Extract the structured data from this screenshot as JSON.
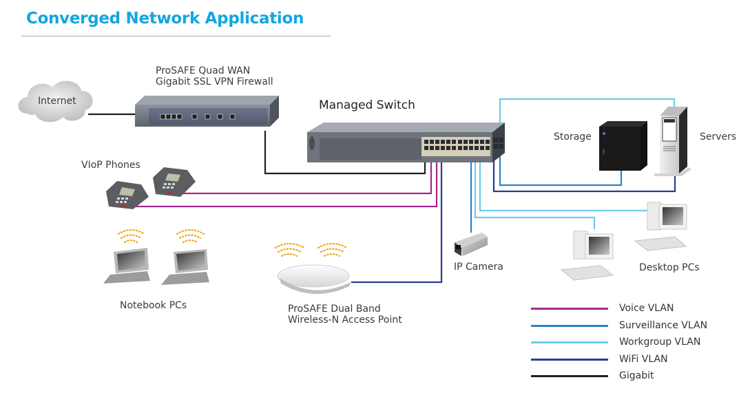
{
  "title": "Converged Network Application",
  "devices": {
    "internet": "Internet",
    "firewall": [
      "ProSAFE Quad WAN",
      "Gigabit SSL VPN Firewall"
    ],
    "managed_switch": "Managed Switch",
    "storage": "Storage",
    "servers": "Servers",
    "voip_phones": "VIoP Phones",
    "notebook_pcs": "Notebook PCs",
    "access_point": [
      "ProSAFE Dual Band",
      "Wireless-N Access Point"
    ],
    "ip_camera": "IP Camera",
    "desktop_pcs": "Desktop PCs"
  },
  "colors": {
    "title": "#13a5e0",
    "voice_vlan": "#a4278f",
    "surveillance_vlan": "#2b82c4",
    "workgroup_vlan": "#6ccbec",
    "wifi_vlan": "#2a3a92",
    "gigabit": "#1e1e1e"
  },
  "legend": [
    {
      "label": "Voice VLAN",
      "color": "#a4278f"
    },
    {
      "label": "Surveillance VLAN",
      "color": "#2b82c4"
    },
    {
      "label": "Workgroup VLAN",
      "color": "#6ccbec"
    },
    {
      "label": "WiFi VLAN",
      "color": "#2a3a92"
    },
    {
      "label": "Gigabit",
      "color": "#1e1e1e"
    }
  ]
}
